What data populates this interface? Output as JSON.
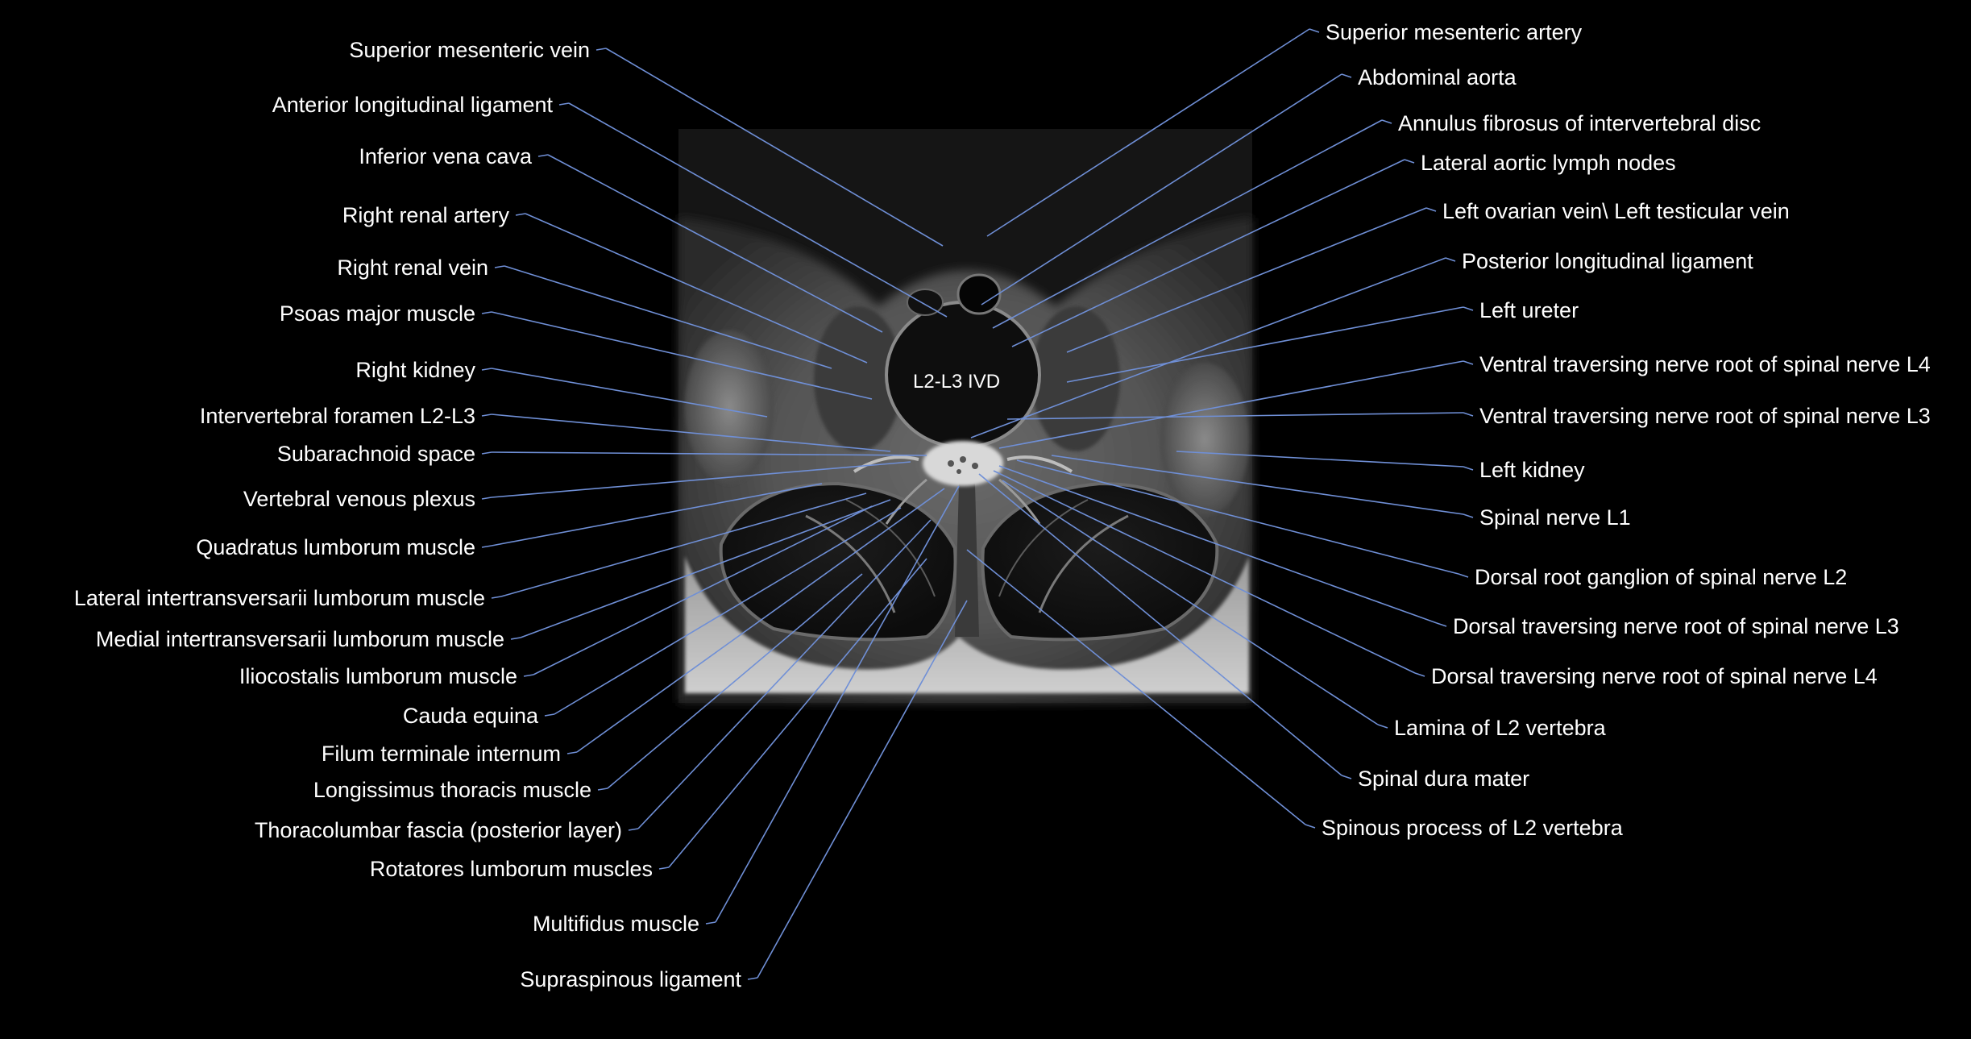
{
  "image_label": "L2-L3 IVD",
  "line_color": "#6f8fd6",
  "labels_left": [
    "Superior mesenteric vein",
    "Anterior longitudinal ligament",
    "Inferior vena cava",
    "Right renal artery",
    "Right renal vein",
    "Psoas major muscle",
    "Right kidney",
    "Intervertebral foramen L2-L3",
    "Subarachnoid space",
    "Vertebral venous plexus",
    "Quadratus lumborum muscle",
    "Lateral intertransversarii lumborum muscle",
    "Medial intertransversarii lumborum muscle",
    "Iliocostalis lumborum muscle",
    "Cauda equina",
    "Filum terminale internum",
    "Longissimus thoracis muscle",
    "Thoracolumbar fascia (posterior layer)",
    "Rotatores lumborum muscles",
    "Multifidus muscle",
    "Supraspinous ligament"
  ],
  "labels_right": [
    "Superior mesenteric artery",
    "Abdominal aorta",
    "Annulus fibrosus of intervertebral disc",
    "Lateral aortic lymph nodes",
    "Left ovarian vein\\ Left testicular vein",
    "Posterior longitudinal ligament",
    "Left ureter",
    "Ventral traversing nerve root of spinal nerve L4",
    "Ventral traversing nerve root of spinal nerve L3",
    "Left kidney",
    "Spinal nerve L1",
    "Dorsal root ganglion of spinal nerve L2",
    "Dorsal traversing nerve root of spinal nerve L3",
    "Dorsal traversing nerve root of spinal nerve L4",
    "Lamina of L2 vertebra",
    "Spinal dura mater",
    "Spinous process of L2 vertebra"
  ]
}
